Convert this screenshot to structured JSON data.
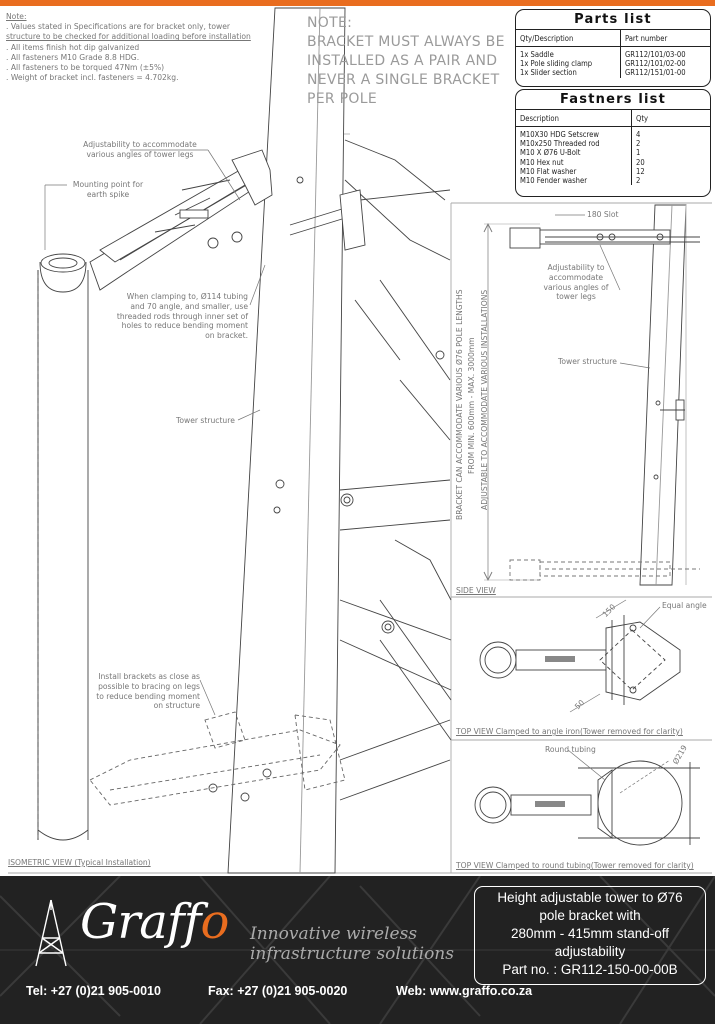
{
  "notes": {
    "heading": "Note:",
    "lines": [
      ". Values stated in Specifications are for bracket only, tower",
      "structure to be checked for additional loading before installation",
      ". All items finish hot dip galvanized",
      ". All fasteners M10 Grade 8.8 HDG.",
      ". All fasteners to be torqued 47Nm (±5%)",
      ". Weight of bracket incl. fasteners = 4.702kg."
    ]
  },
  "note_box": {
    "heading": "NOTE:",
    "text": "BRACKET MUST ALWAYS BE INSTALLED AS A PAIR AND NEVER A SINGLE BRACKET PER POLE"
  },
  "parts_list": {
    "title": "Parts list",
    "headers": [
      "Qty/Description",
      "Part number"
    ],
    "rows": [
      [
        "1x Saddle",
        "GR112/101/03-00"
      ],
      [
        "1x Pole sliding clamp",
        "GR112/101/02-00"
      ],
      [
        "1x Slider section",
        "GR112/151/01-00"
      ]
    ]
  },
  "fasteners_list": {
    "title": "Fastners list",
    "headers": [
      "Description",
      "Qty"
    ],
    "rows": [
      [
        "M10X30 HDG Setscrew",
        "4"
      ],
      [
        "M10x250 Threaded rod",
        "2"
      ],
      [
        "M10 X Ø76 U-Bolt",
        "1"
      ],
      [
        "M10 Hex nut",
        "20"
      ],
      [
        "M10 Flat washer",
        "12"
      ],
      [
        "M10 Fender washer",
        "2"
      ]
    ]
  },
  "callouts": {
    "adjustability": "Adjustability to accommodate various angles of tower legs",
    "mounting_point": "Mounting point for earth spike",
    "clamping": "When clamping to, Ø114 tubing and 70 angle, and smaller, use threaded rods through inner set of holes to reduce bending moment on bracket.",
    "tower_structure": "Tower structure",
    "install_brackets": "Install brackets as close as possible to bracing on legs to reduce bending moment on structure",
    "slot": "180 Slot",
    "side_adjustability": "Adjustability to accommodate various angles of tower legs",
    "side_tower_structure": "Tower structure",
    "pole_lengths": "BRACKET CAN ACCOMMODATE VARIOUS Ø76 POLE LENGTHS",
    "pole_range": "FROM MIN. 600mm - MAX. 3000mm",
    "adjustable": "ADJUSTABLE TO ACCOMMODATE VARIOUS INSTALLATIONS",
    "equal_angle": "Equal angle",
    "dim_150": "150",
    "dim_50": "50",
    "round_tubing": "Round tubing",
    "dim_219": "Ø219"
  },
  "view_labels": {
    "isometric": "ISOMETRIC VIEW (Typical Installation)",
    "side": "SIDE VIEW",
    "top_angle": "TOP VIEW Clamped to angle iron(Tower removed for clarity)",
    "top_round": "TOP VIEW Clamped to round tubing(Tower removed for clarity)"
  },
  "footer": {
    "brand_main": "Graff",
    "brand_end": "o",
    "tagline_1": "Innovative wireless",
    "tagline_2": "infrastructure solutions",
    "title_lines": [
      "Height adjustable tower to Ø76",
      "pole bracket with",
      "280mm - 415mm stand-off",
      "adjustability",
      "Part no. : GR112-150-00-00B"
    ],
    "tel_label": "Tel:",
    "tel": "+27 (0)21 905-0010",
    "fax_label": "Fax:",
    "fax": "+27 (0)21 905-0020",
    "web_label": "Web:",
    "web": "www.graffo.co.za"
  },
  "colors": {
    "accent": "#e96d1f",
    "footer_bg": "#222222"
  }
}
